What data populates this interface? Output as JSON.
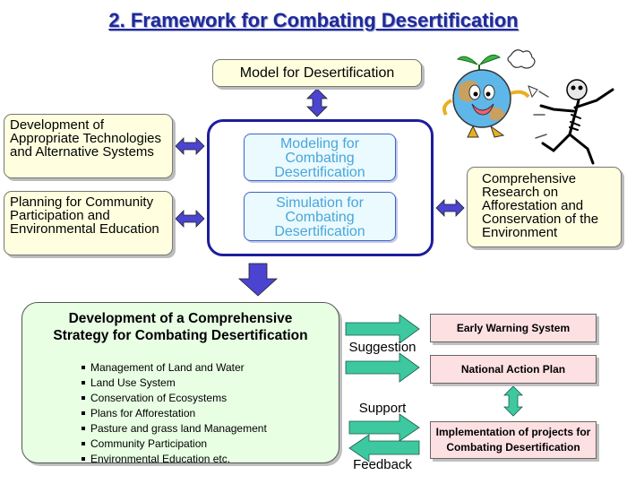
{
  "title": "2. Framework for Combating Desertification",
  "model_box": "Model for Desertification",
  "left_boxes": {
    "development": "Development of Appropriate Technologies and Alternative Systems",
    "planning": "Planning for Community Participation and Environmental Education"
  },
  "center": {
    "modeling": "Modeling for Combating Desertification",
    "simulation": "Simulation for Combating Desertification"
  },
  "right_box": "Comprehensive Research on Afforestation and Conservation of the Environment",
  "strategy": {
    "title": "Development of a Comprehensive Strategy for Combating Desertification",
    "items": [
      "Management of Land and Water",
      "Land Use System",
      "Conservation of Ecosystems",
      "Plans for Afforestation",
      "Pasture and grass land Management",
      "Community Participation",
      "Environmental Education etc."
    ]
  },
  "arrow_labels": {
    "suggestion": "Suggestion",
    "support": "Support",
    "feedback": "Feedback"
  },
  "outputs": {
    "early_warning": "Early Warning System",
    "national_action": "National Action Plan",
    "implementation": "Implementation of projects for Combating Desertification"
  },
  "colors": {
    "title": "#1f2a9a",
    "frame": "#1d1d9c",
    "arrow_blue": "#4a44d0",
    "arrow_green": "#3ec8a0",
    "yellow_box": "#ffffe0",
    "green_box": "#e8ffe4",
    "pink_box": "#fde0e2",
    "cyan_box": "#eafaff"
  },
  "icons": [
    "smiling-earth-character-icon",
    "running-skeleton-icon"
  ]
}
